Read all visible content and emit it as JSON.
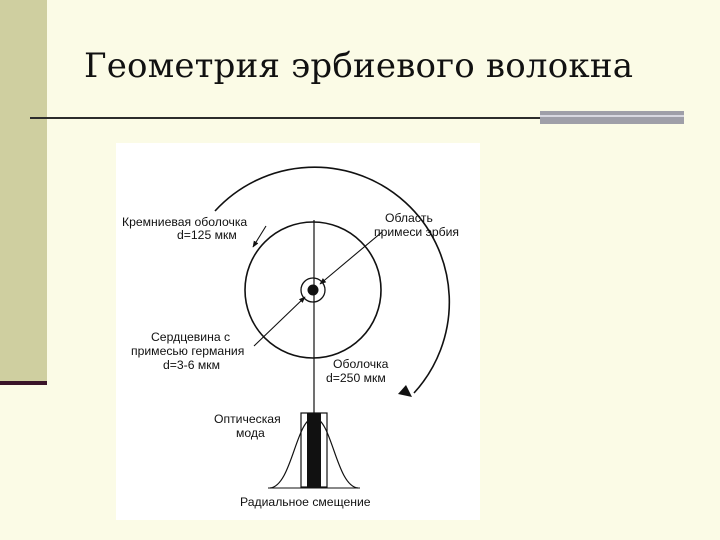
{
  "slide": {
    "title": "Геометрия эрбиевого волокна"
  },
  "diagram": {
    "labels": {
      "silica_cladding_line1": "Кремниевая оболочка",
      "silica_cladding_line2": "d=125 мкм",
      "erbium_region_line1": "Область",
      "erbium_region_line2": "примеси эрбия",
      "core_line1": "Сердцевина с",
      "core_line2": "примесью германия",
      "core_line3": "d=3-6 мкм",
      "coating_line1": "Оболочка",
      "coating_line2": "d=250 мкм",
      "optical_mode_line1": "Оптическая",
      "optical_mode_line2": "мода",
      "radial_axis": "Радиальное смещение"
    }
  }
}
